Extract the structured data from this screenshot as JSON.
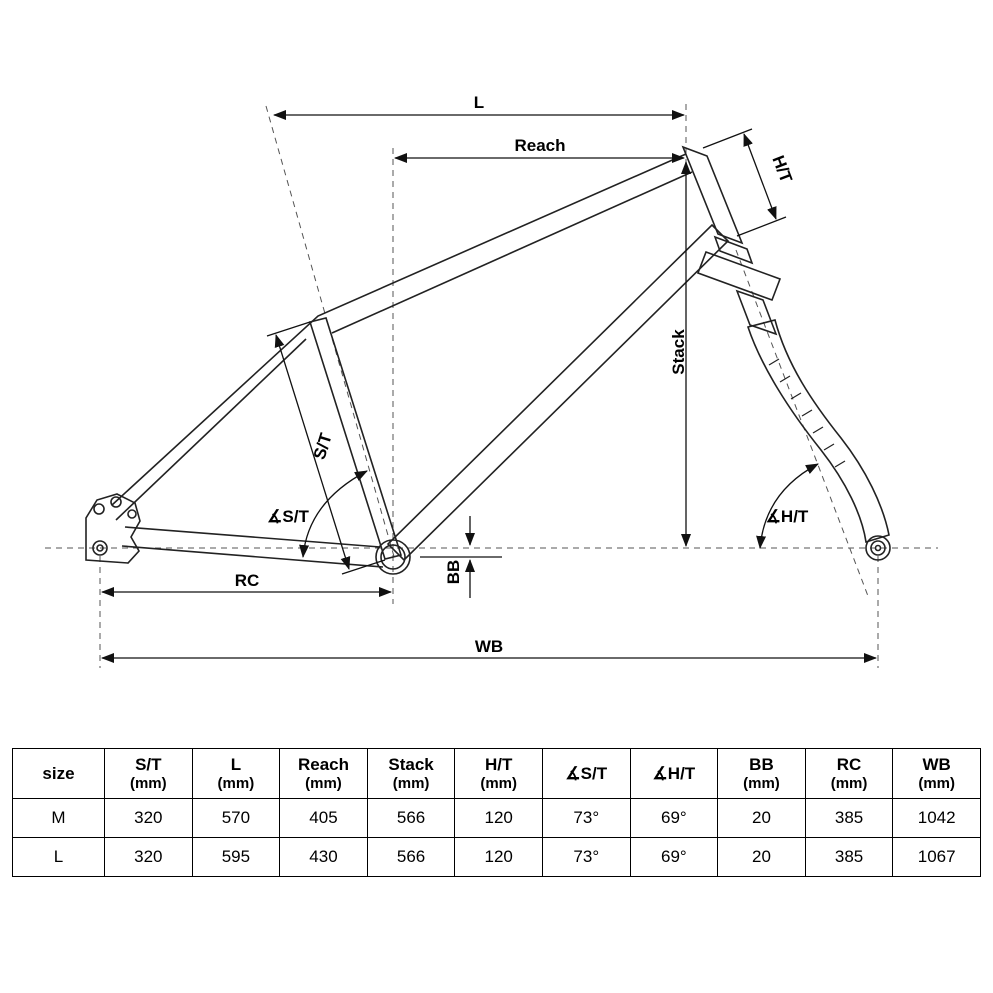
{
  "colors": {
    "background": "#ffffff",
    "line": "#1a1a1a"
  },
  "diagram": {
    "labels": {
      "l": "L",
      "reach": "Reach",
      "ht": "H/T",
      "stack": "Stack",
      "st": "S/T",
      "angle_st": "∡S/T",
      "angle_ht": "∡H/T",
      "bb": "BB",
      "rc": "RC",
      "wb": "WB"
    }
  },
  "table": {
    "headers": [
      {
        "label": "size",
        "unit": ""
      },
      {
        "label": "S/T",
        "unit": "(mm)"
      },
      {
        "label": "L",
        "unit": "(mm)"
      },
      {
        "label": "Reach",
        "unit": "(mm)"
      },
      {
        "label": "Stack",
        "unit": "(mm)"
      },
      {
        "label": "H/T",
        "unit": "(mm)"
      },
      {
        "label": "∡S/T",
        "unit": ""
      },
      {
        "label": "∡H/T",
        "unit": ""
      },
      {
        "label": "BB",
        "unit": "(mm)"
      },
      {
        "label": "RC",
        "unit": "(mm)"
      },
      {
        "label": "WB",
        "unit": "(mm)"
      }
    ],
    "rows": [
      [
        "M",
        "320",
        "570",
        "405",
        "566",
        "120",
        "73°",
        "69°",
        "20",
        "385",
        "1042"
      ],
      [
        "L",
        "320",
        "595",
        "430",
        "566",
        "120",
        "73°",
        "69°",
        "20",
        "385",
        "1067"
      ]
    ]
  }
}
